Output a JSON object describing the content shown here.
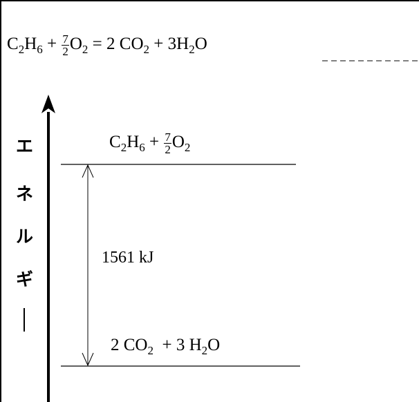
{
  "equation": {
    "c": "C",
    "c_sub": "2",
    "h": "H",
    "h_sub": "6",
    "plus1": "+",
    "frac_num": "7",
    "frac_den": "2",
    "o": "O",
    "o_sub": "2",
    "equals": "=",
    "coef_co2": "2",
    "co": "CO",
    "co_sub": "2",
    "plus2": "+",
    "coef_h2o": "3",
    "h2o_h": "H",
    "h2o_sub": "2",
    "h2o_o": "O"
  },
  "axis_label": [
    "エ",
    "ネ",
    "ル",
    "ギ",
    "ー"
  ],
  "upper_level": {
    "c": "C",
    "c_sub": "2",
    "h": "H",
    "h_sub": "6",
    "plus": "+",
    "frac_num": "7",
    "frac_den": "2",
    "o": "O",
    "o_sub": "2"
  },
  "lower_level": {
    "coef_co2": "2",
    "co": "CO",
    "co_sub": "2",
    "plus": "+",
    "coef_h2o": "3",
    "h": "H",
    "h_sub": "2",
    "o": "O"
  },
  "energy_difference": "1561 kJ"
}
